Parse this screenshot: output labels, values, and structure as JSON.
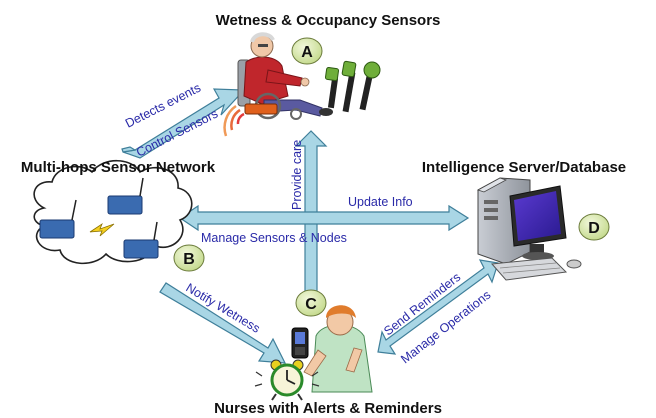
{
  "nodes": {
    "a": {
      "badge": "A",
      "title": "Wetness & Occupancy Sensors"
    },
    "b": {
      "badge": "B",
      "title": "Multi-hops Sensor Network"
    },
    "c": {
      "badge": "C",
      "title": "Nurses with Alerts & Reminders"
    },
    "d": {
      "badge": "D",
      "title": "Intelligence Server/Database"
    }
  },
  "edges": {
    "detects_events": "Detects events",
    "control_sensors": "Control Sensors",
    "provide_care": "Provide care",
    "update_info": "Update Info",
    "manage_sensors_nodes": "Manage Sensors & Nodes",
    "notify_wetness": "Notify Wetness",
    "send_reminders": "Send Reminders",
    "manage_operations": "Manage Operations"
  },
  "colors": {
    "arrow_fill": "#a9d6e5",
    "arrow_stroke": "#3f7f9a",
    "badge_fill": "#d7e8a8",
    "label": "#2a2aa8"
  }
}
